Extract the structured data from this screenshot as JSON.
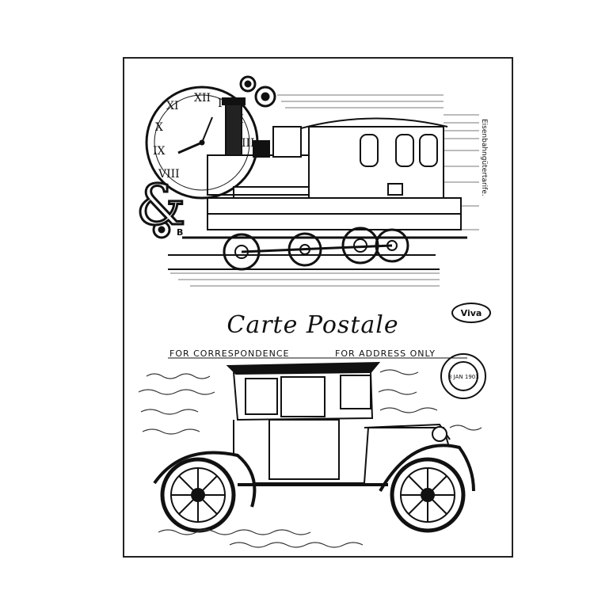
{
  "logo": {
    "text": "Viva"
  },
  "postcard": {
    "title": "Carte Postale",
    "left_caption": "FOR CORRESPONDENCE",
    "right_caption": "FOR ADDRESS ONLY"
  },
  "ticket_text": {
    "vertical": "Eisenbahngütertarife."
  },
  "ampersand": "&",
  "locomotive_plate": "B",
  "postmark": {
    "text": "3 JAN 1903"
  },
  "colors": {
    "ink": "#111111",
    "paper": "#ffffff"
  }
}
